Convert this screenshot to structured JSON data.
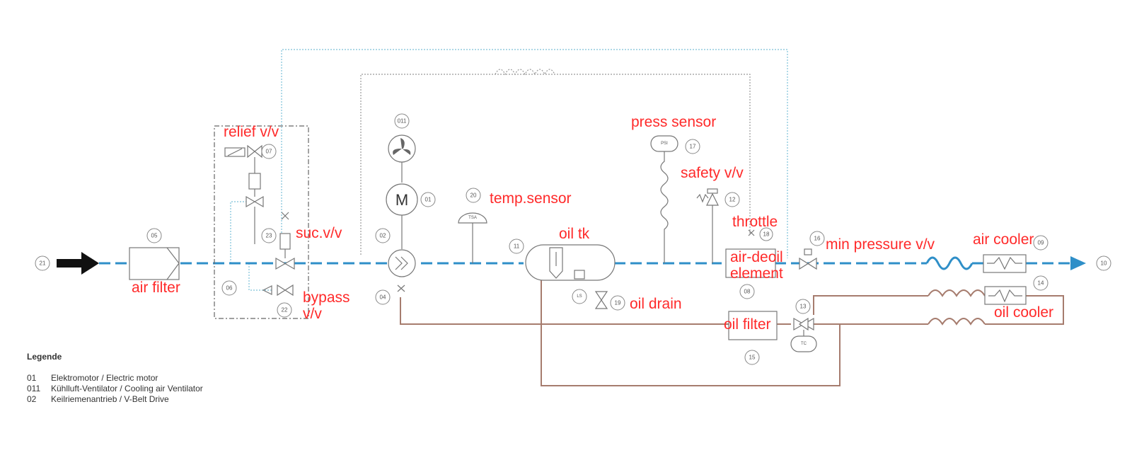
{
  "labels": {
    "relief_valve": "relief v/v",
    "suction_valve": "suc.v/v",
    "bypass_1": "bypass",
    "bypass_2": "v/v",
    "air_filter": "air filter",
    "temp_sensor": "temp.sensor",
    "oil_tank": "oil tk",
    "oil_drain": "oil drain",
    "press_sensor": "press sensor",
    "safety_valve": "safety v/v",
    "throttle": "throttle",
    "air_deoil_1": "air-deoil",
    "air_deoil_2": "element",
    "min_pressure_valve": "min pressure v/v",
    "air_cooler": "air cooler",
    "oil_cooler": "oil cooler",
    "oil_filter": "oil filter"
  },
  "numbers": {
    "n21": "21",
    "n05": "05",
    "n06": "06",
    "n07": "07",
    "n23": "23",
    "n22": "22",
    "n011": "011",
    "n01": "01",
    "n02": "02",
    "n04": "04",
    "n20": "20",
    "n11": "11",
    "n19": "19",
    "n17": "17",
    "n12": "12",
    "n18": "18",
    "n08": "08",
    "n16": "16",
    "n09": "09",
    "n10": "10",
    "n14": "14",
    "n13": "13",
    "n15": "15"
  },
  "symbols": {
    "tsa": "TSA",
    "psi": "PSI",
    "tc": "TC",
    "motor": "M",
    "level": "LS"
  },
  "legend": {
    "title": "Legende",
    "items": [
      {
        "code": "01",
        "text": "Elektromotor / Electric motor"
      },
      {
        "code": "011",
        "text": "Kühlluft-Ventilator / Cooling air Ventilator"
      },
      {
        "code": "02",
        "text": "Keilriemenantrieb  /  V-Belt Drive"
      }
    ]
  },
  "colors": {
    "annotation": "#ff2a2a",
    "air_line": "#2f8fc8",
    "oil_line": "#a67c6e",
    "control_line": "#7cc0d8"
  }
}
